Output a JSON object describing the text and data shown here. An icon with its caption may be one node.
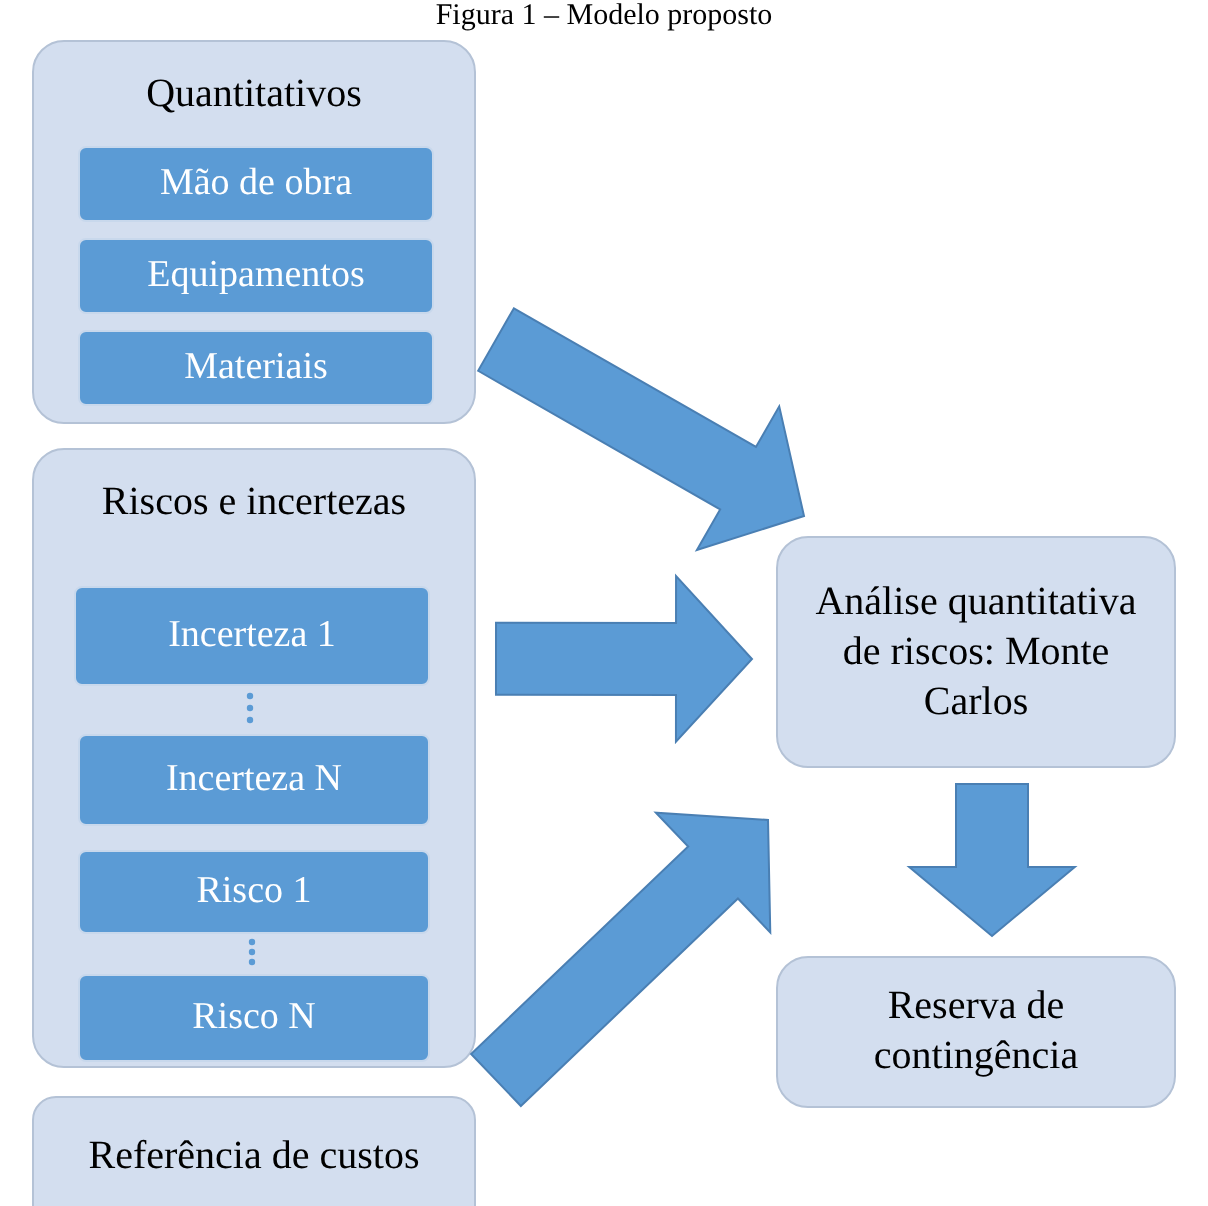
{
  "diagram": {
    "title": "Figura 1 – Modelo proposto",
    "nodes": [
      {
        "text": [
          "Quantitativos"
        ]
      },
      {
        "text": [
          "Mão de obra"
        ],
        "in": 0
      },
      {
        "text": [
          "Equipamentos"
        ],
        "in": 0
      },
      {
        "text": [
          "Materiais"
        ],
        "in": 0
      },
      {
        "text": [
          "Riscos e incertezas"
        ]
      },
      {
        "text": [
          "Incerteza 1"
        ],
        "in": 4
      },
      {
        "text": [
          "Incerteza N"
        ],
        "in": 4
      },
      {
        "text": [
          "Risco 1"
        ],
        "in": 4
      },
      {
        "text": [
          "Risco N"
        ],
        "in": 4
      },
      {
        "text": [
          "Referência de custos"
        ]
      },
      {
        "text": [
          "Análise quantitativa de riscos: Monte Carlos"
        ]
      },
      {
        "text": [
          "Reserva de contingência"
        ]
      }
    ],
    "edges": [
      {
        "from": 0,
        "to": 10,
        "arrow": "to",
        "style": "thick"
      },
      {
        "from": 4,
        "to": 10,
        "arrow": "to",
        "style": "thick"
      },
      {
        "from": 9,
        "to": 10,
        "arrow": "to",
        "style": "thick"
      },
      {
        "from": 10,
        "to": 11,
        "arrow": "to",
        "style": "thick"
      }
    ]
  }
}
